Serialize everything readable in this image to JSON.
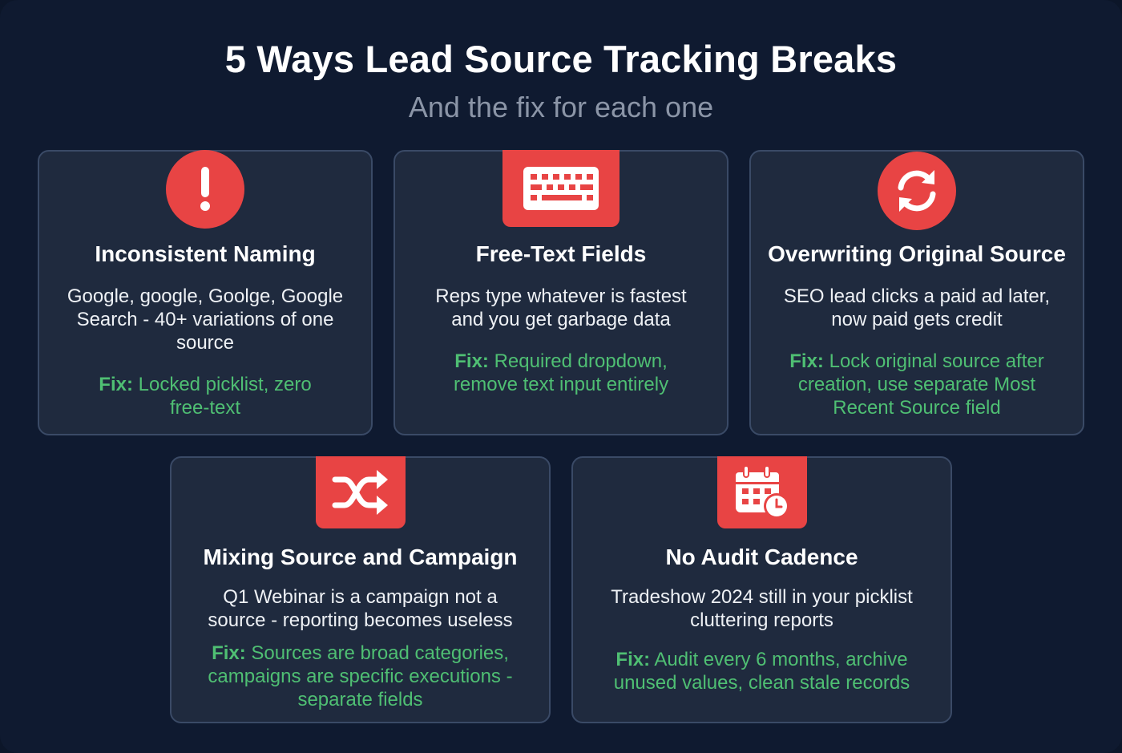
{
  "header": {
    "title": "5 Ways Lead Source Tracking Breaks",
    "subtitle": "And the fix for each one"
  },
  "colors": {
    "background": "#0f1a30",
    "card": "#1f2a3e",
    "card_border": "#3a4a66",
    "accent_red": "#e84444",
    "fix_green": "#4fbf73"
  },
  "cards": [
    {
      "icon": "exclamation-icon",
      "title": "Inconsistent Naming",
      "description": "Google, google, Goolge, Google Search - 40+ variations of one source",
      "fix_label": "Fix:",
      "fix_text": "Locked picklist, zero free-text"
    },
    {
      "icon": "keyboard-icon",
      "title": "Free-Text Fields",
      "description": "Reps type whatever is fastest and you get garbage data",
      "fix_label": "Fix:",
      "fix_text": "Required dropdown, remove text input entirely"
    },
    {
      "icon": "refresh-icon",
      "title": "Overwriting Original Source",
      "description": "SEO lead clicks a paid ad later, now paid gets credit",
      "fix_label": "Fix:",
      "fix_text": "Lock original source after creation, use separate Most Recent Source field"
    },
    {
      "icon": "shuffle-icon",
      "title": "Mixing Source and Campaign",
      "description": "Q1 Webinar is a campaign not a source - reporting becomes useless",
      "fix_label": "Fix:",
      "fix_text": "Sources are broad categories, campaigns are specific executions - separate fields"
    },
    {
      "icon": "calendar-clock-icon",
      "title": "No Audit Cadence",
      "description": "Tradeshow 2024 still in your picklist cluttering reports",
      "fix_label": "Fix:",
      "fix_text": "Audit every 6 months, archive unused values, clean stale records"
    }
  ]
}
